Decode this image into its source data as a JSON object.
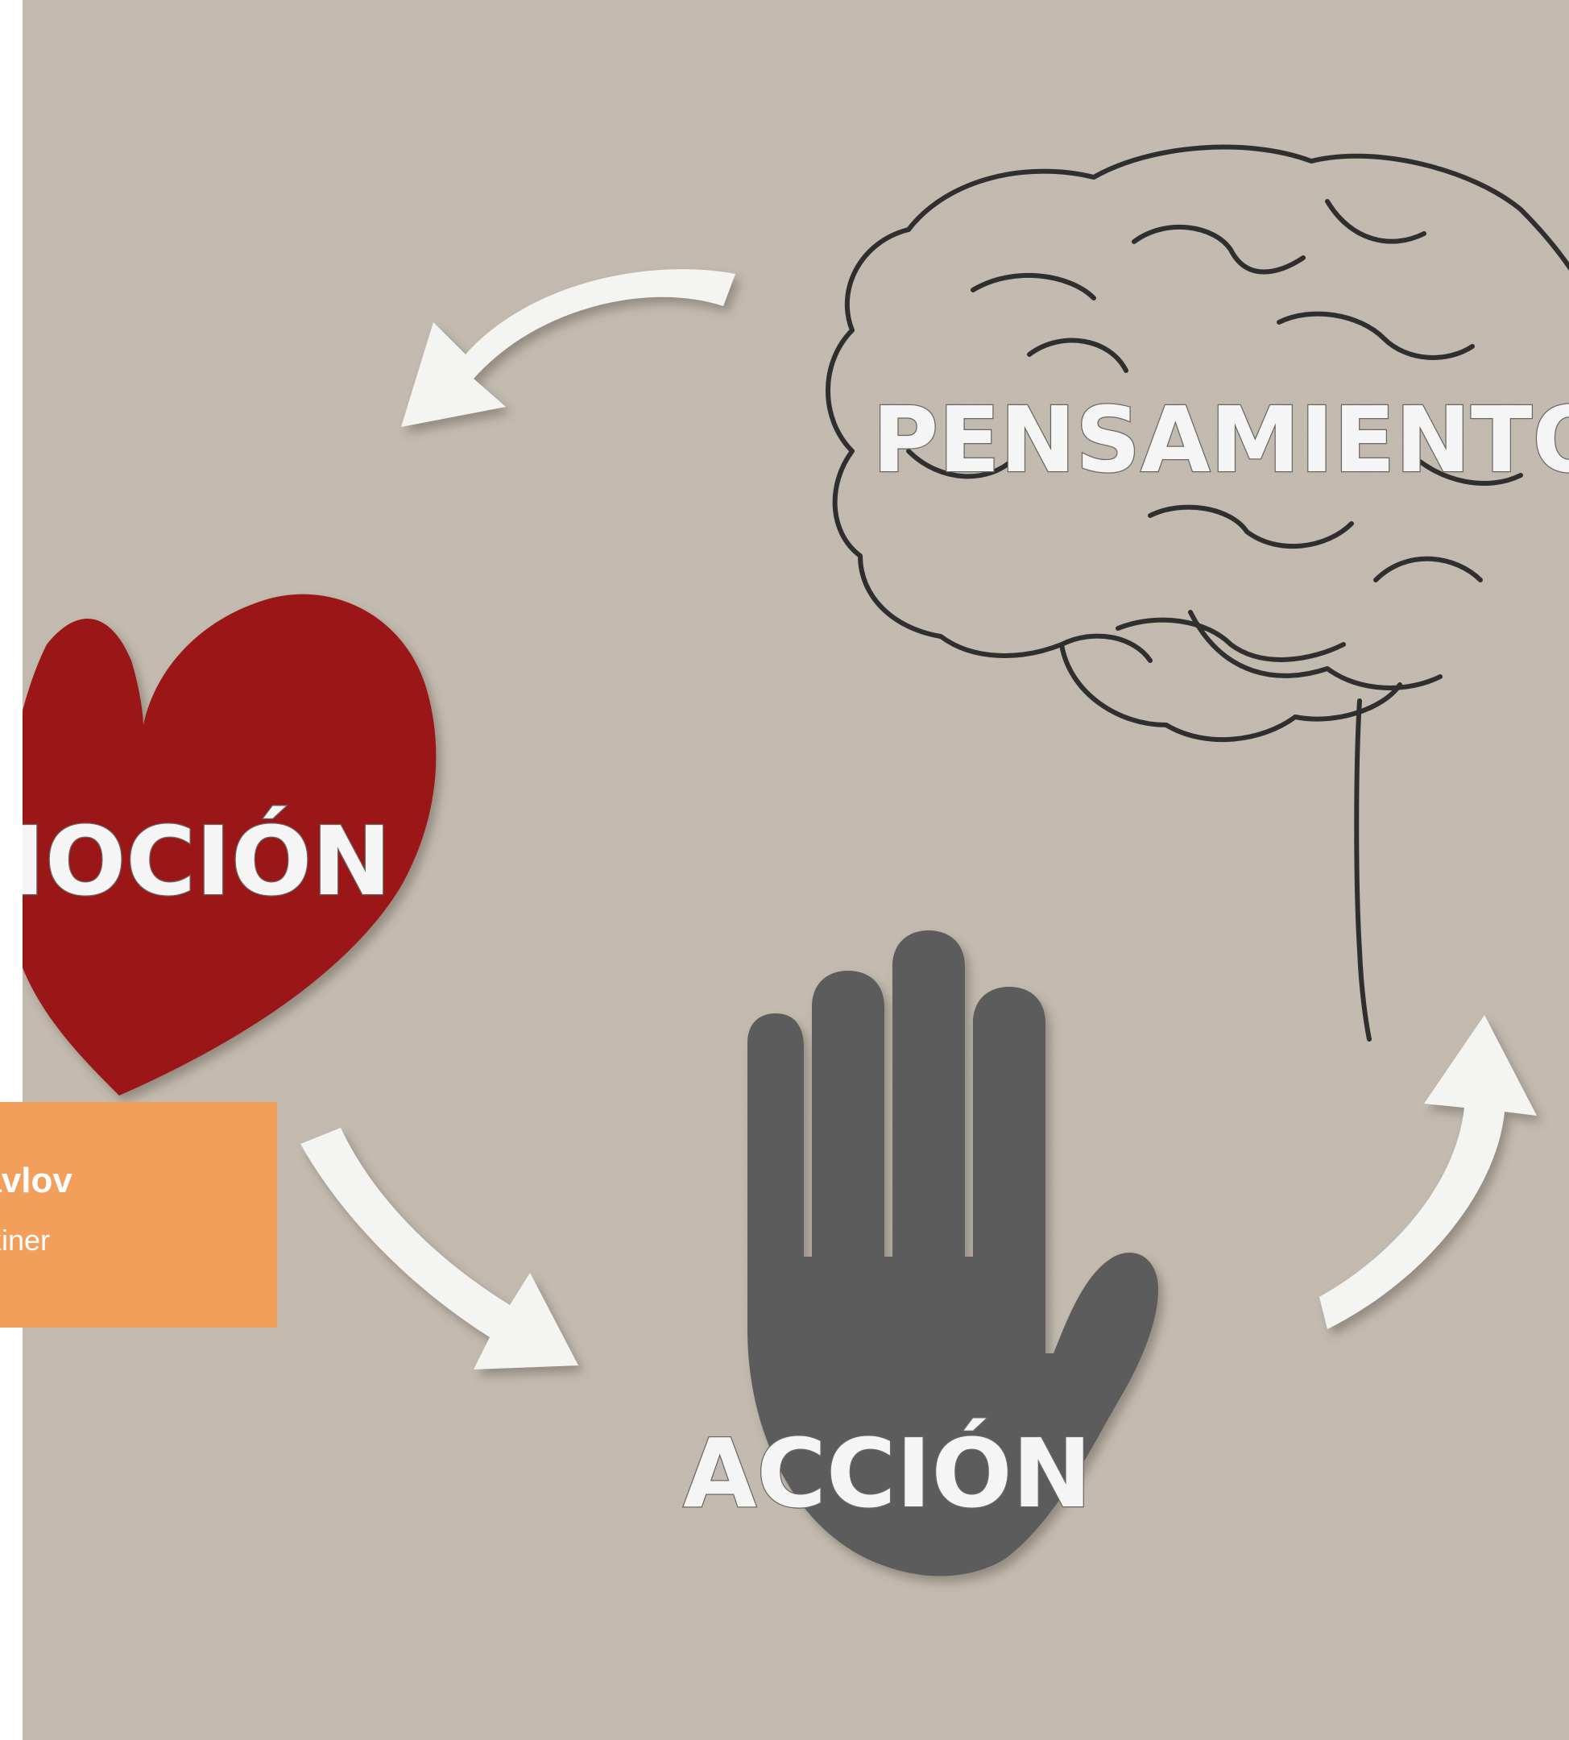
{
  "hero": {
    "words": {
      "thought": "PENSAMIENTO",
      "emotion": "EMOCIÓN",
      "action": "ACCIÓN"
    },
    "icons": [
      "brain-icon",
      "heart-icon",
      "hand-icon",
      "cycle-arrow-icon"
    ],
    "colors": {
      "background": "#c6bdb1",
      "heart": "#a9161b",
      "hand": "#5b5b5b",
      "arrows": "#f4f4f2",
      "brain_outline": "#2f2f2f"
    }
  },
  "caption": {
    "title": "Pavlov",
    "subtitle": "Skiner",
    "background": "#f29f5c"
  }
}
